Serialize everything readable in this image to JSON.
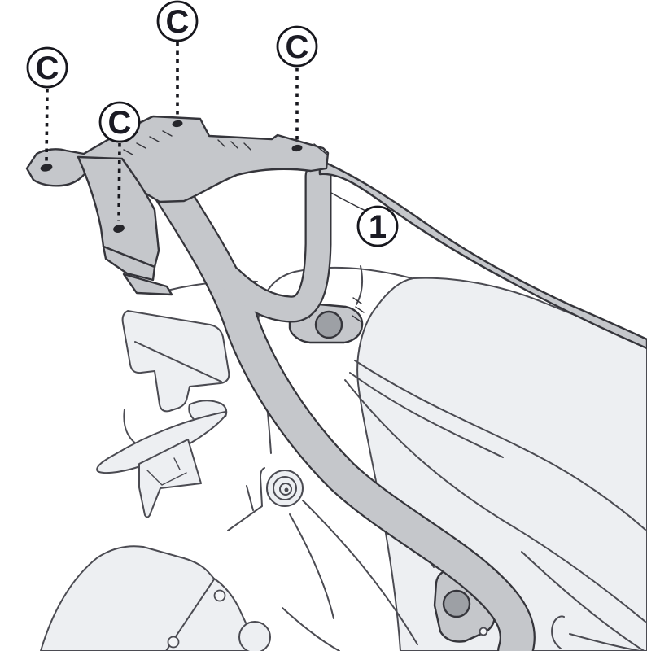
{
  "figure": {
    "callouts": [
      {
        "id": "fitting-c-left",
        "label": "C"
      },
      {
        "id": "fitting-c-front",
        "label": "C"
      },
      {
        "id": "fitting-c-top",
        "label": "C"
      },
      {
        "id": "fitting-c-rear",
        "label": "C"
      },
      {
        "id": "part-rack",
        "label": "1"
      }
    ]
  },
  "colors": {
    "background": "#ffffff",
    "rack_fill": "#c5c7cb",
    "rack_outline": "#35353b",
    "body_fill": "#edeff2",
    "body_outline": "#4b4b52",
    "bolt_fill": "#9da0a5",
    "dark_detail": "#85878c",
    "hole_fill": "#26262b",
    "callout_ring": "#17171d",
    "callout_text": "#1b1b24",
    "leader": "#17171d"
  }
}
